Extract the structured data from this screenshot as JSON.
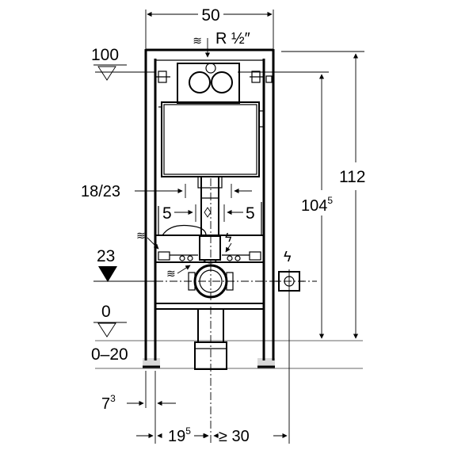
{
  "dimensions": {
    "width_top": "50",
    "supply_label": "R ½″",
    "height_100": "100",
    "frame_height": "112",
    "flush_height_main": "104",
    "flush_height_sup": "5",
    "pipe_spacing": "18/23",
    "offset_left": "5",
    "offset_right": "5",
    "height_23": "23",
    "floor_zero": "0",
    "floor_range": "0–20",
    "depth_7_main": "7",
    "depth_7_sup": "3",
    "depth_19_main": "19",
    "depth_19_sup": "5",
    "min_distance": "≥ 30"
  }
}
